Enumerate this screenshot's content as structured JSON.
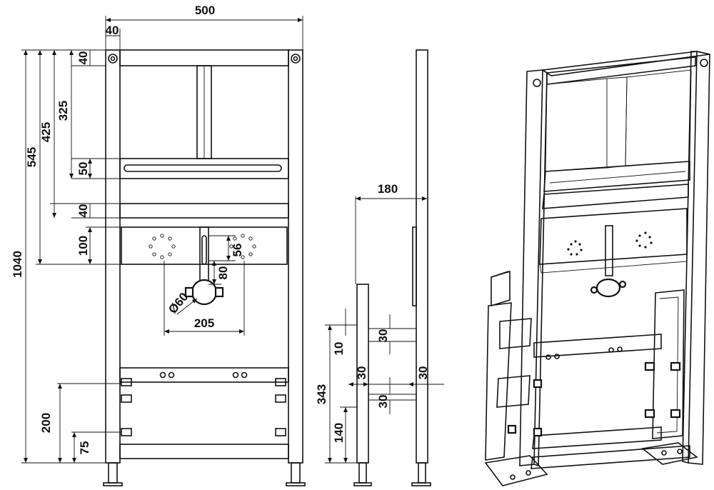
{
  "drawing": {
    "front_view": {
      "width": "500",
      "side_offset": "40",
      "top_bar": "40",
      "height_325": "325",
      "height_425": "425",
      "height_545": "545",
      "total_height": "1040",
      "bar_50": "50",
      "bar_40": "40",
      "plate_100": "100",
      "pipe_diameter": "Ø60",
      "hole_spacing": "205",
      "dim_56": "56",
      "dim_80": "80",
      "height_200": "200",
      "height_75": "75"
    },
    "side_view": {
      "depth": "180",
      "dim_30_a": "30",
      "dim_10": "10",
      "dim_30_left": "30",
      "dim_30_right": "30",
      "dim_30_b": "30",
      "height_343": "343",
      "height_140": "140"
    }
  }
}
